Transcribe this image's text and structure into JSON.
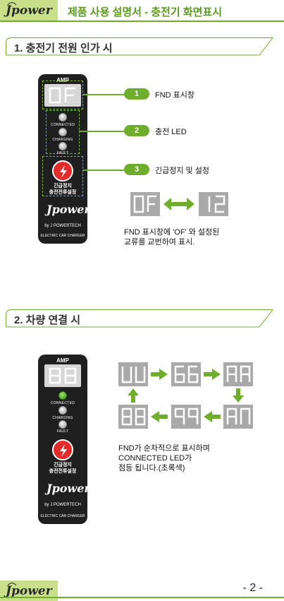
{
  "header": {
    "logo": "Jpower",
    "title": "제품 사용 설명서  -  충전기 화면표시"
  },
  "section1": {
    "title": "1. 충전기 전원 인가 시",
    "device": {
      "amp_label": "AMP",
      "display": "0F",
      "leds": [
        {
          "label": "CONNECTED",
          "state": "off"
        },
        {
          "label": "CHARGING",
          "state": "off"
        },
        {
          "label": "FAULT",
          "state": "off"
        }
      ],
      "estop_line1": "긴급정지",
      "estop_line2": "충전전류설정",
      "logo": "Jpower",
      "by_line": "by J POWERTECH",
      "tagline": "ELECTRIC CAR CHARGER"
    },
    "callouts": [
      {
        "num": "1",
        "text": "FND 표시창"
      },
      {
        "num": "2",
        "text": "충전 LED"
      },
      {
        "num": "3",
        "text": "긴급정지 및 설정"
      }
    ],
    "alternate_displays": [
      "0F",
      "12"
    ],
    "desc_line1": "FND 표시창에 'OF' 와 설정된",
    "desc_line2": "교류를 교번하여 표시."
  },
  "section2": {
    "title": "2. 차량 연결 시",
    "device": {
      "amp_label": "AMP",
      "display": "88",
      "leds": [
        {
          "label": "CONNECTED",
          "state": "on",
          "color": "#4caf1e"
        },
        {
          "label": "CHARGING",
          "state": "off"
        },
        {
          "label": "FAULT",
          "state": "off"
        }
      ],
      "estop_line1": "긴급정지",
      "estop_line2": "충전전류설정",
      "logo": "Jpower",
      "by_line": "by J POWERTECH",
      "tagline": "ELECTRIC CAR CHARGER"
    },
    "desc_line1": "FND가 순차적으로 표시하며",
    "desc_line2": "CONNECTED LED가",
    "desc_line3": "점등 됩니다.(초록색)"
  },
  "footer": {
    "logo": "Jpower",
    "page": "- 2 -"
  },
  "colors": {
    "accent": "#6fae2c",
    "header_bg": "#c8e08a",
    "device": "#1f1f1f",
    "estop": "#e52a2a"
  }
}
